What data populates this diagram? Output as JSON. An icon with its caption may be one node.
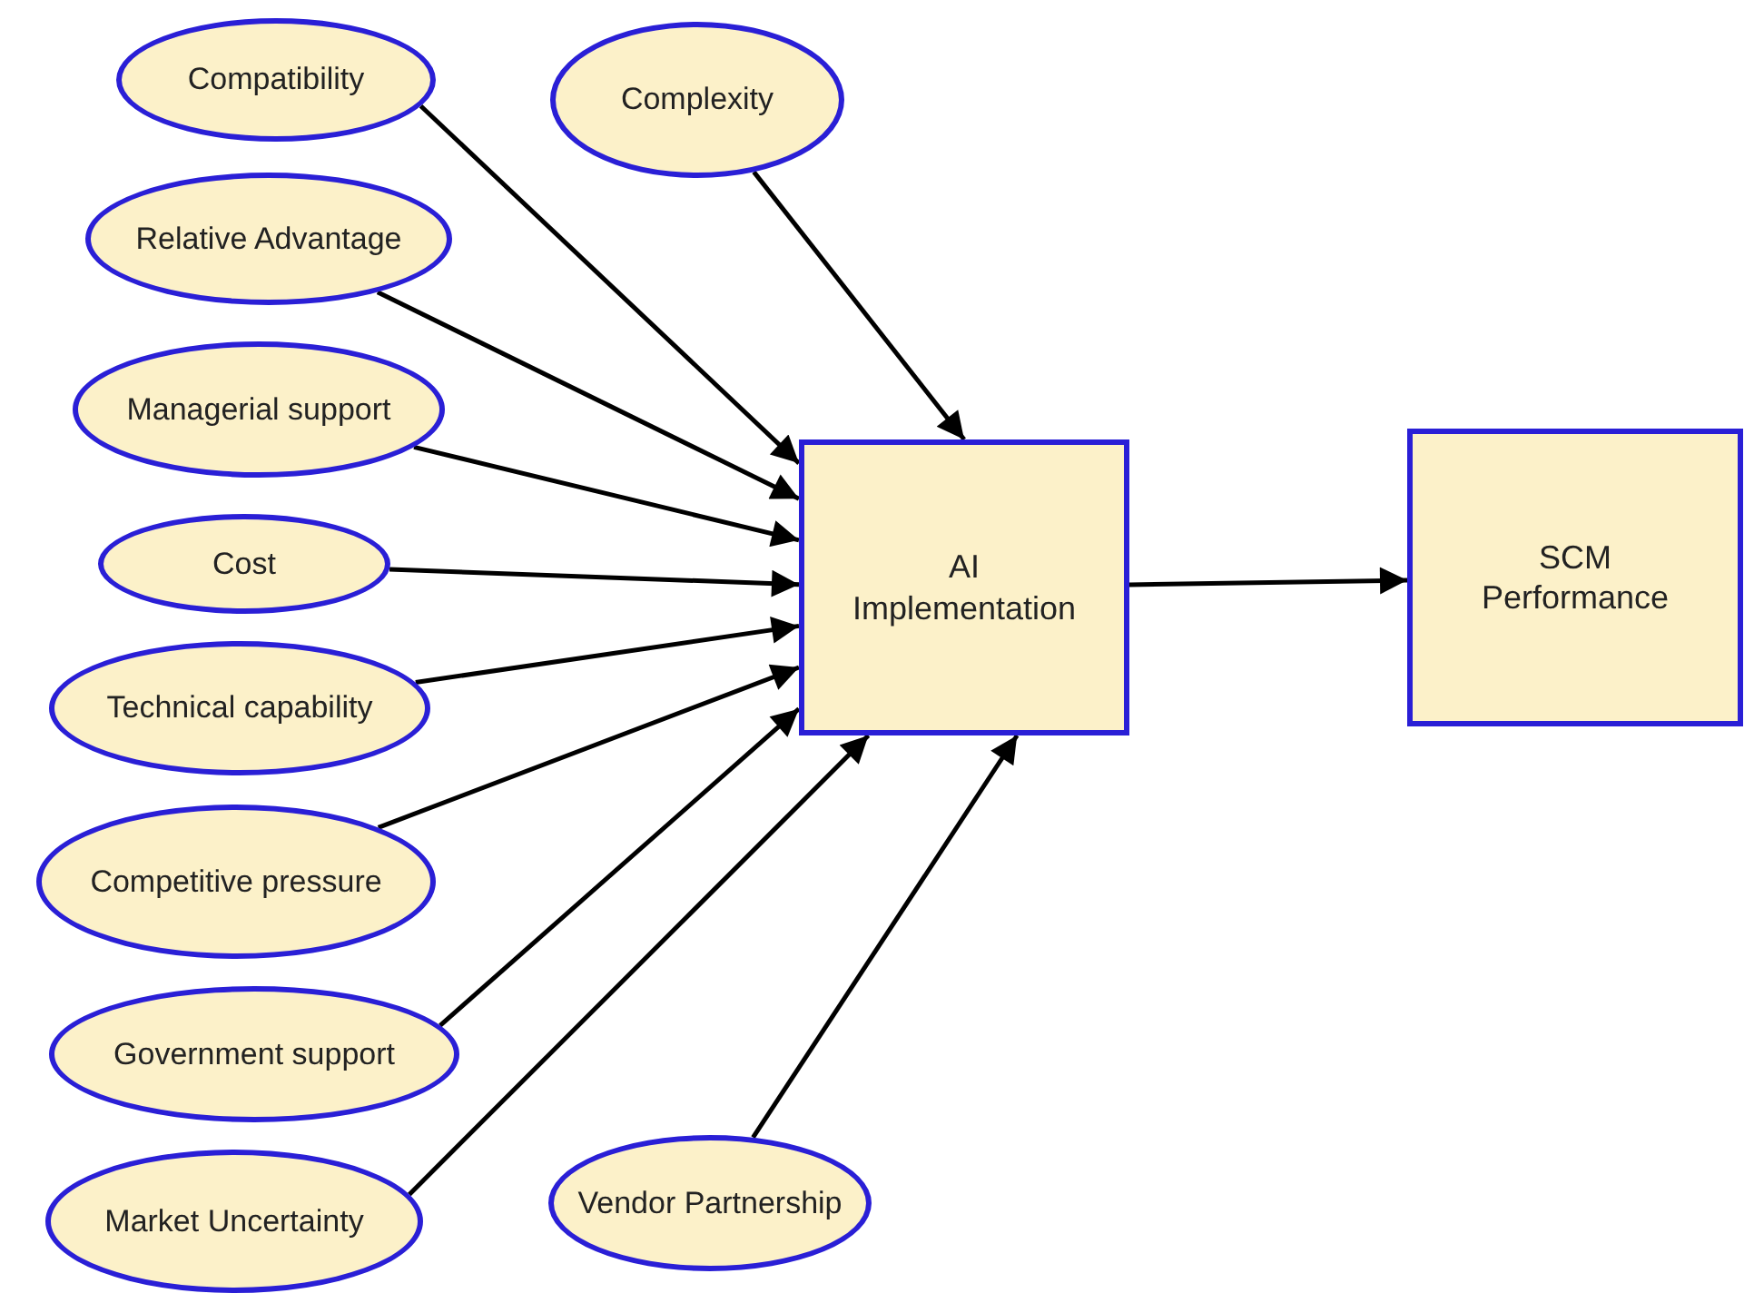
{
  "diagram": {
    "nodes": [
      {
        "text": [
          "Compatibility"
        ]
      },
      {
        "text": [
          "Complexity"
        ]
      },
      {
        "text": [
          "Relative Advantage"
        ]
      },
      {
        "text": [
          "Managerial support"
        ]
      },
      {
        "text": [
          "Cost"
        ]
      },
      {
        "text": [
          "Technical capability"
        ]
      },
      {
        "text": [
          "Competitive pressure"
        ]
      },
      {
        "text": [
          "Government support"
        ]
      },
      {
        "text": [
          "Market Uncertainty"
        ]
      },
      {
        "text": [
          "Vendor Partnership"
        ]
      },
      {
        "text": [
          "AI Implementation"
        ]
      },
      {
        "text": [
          "SCM Performance"
        ]
      }
    ],
    "edges": [
      {
        "from": 0,
        "to": 10,
        "arrow": "to"
      },
      {
        "from": 1,
        "to": 10,
        "arrow": "to"
      },
      {
        "from": 2,
        "to": 10,
        "arrow": "to"
      },
      {
        "from": 3,
        "to": 10,
        "arrow": "to"
      },
      {
        "from": 4,
        "to": 10,
        "arrow": "to"
      },
      {
        "from": 5,
        "to": 10,
        "arrow": "to"
      },
      {
        "from": 6,
        "to": 10,
        "arrow": "to"
      },
      {
        "from": 7,
        "to": 10,
        "arrow": "to"
      },
      {
        "from": 8,
        "to": 10,
        "arrow": "to"
      },
      {
        "from": 9,
        "to": 10,
        "arrow": "to"
      },
      {
        "from": 10,
        "to": 11,
        "arrow": "to"
      }
    ]
  }
}
